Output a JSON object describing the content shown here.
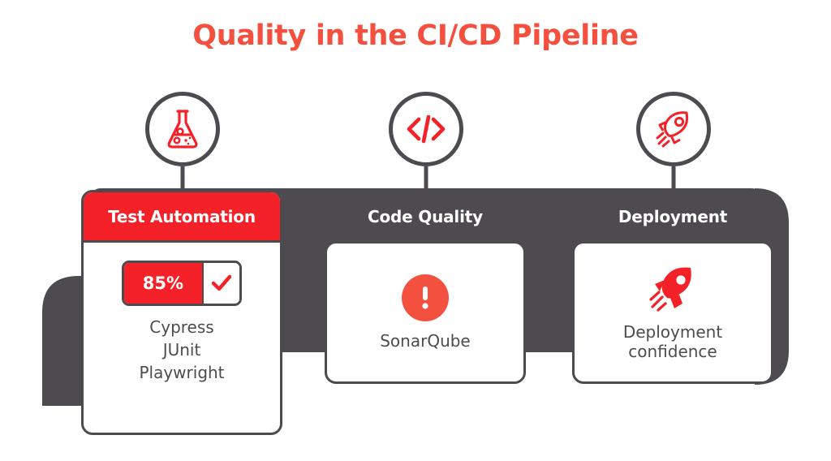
{
  "title": "Quality in the CI/CD Pipeline",
  "colors": {
    "accent_red": "#F42128",
    "title_red": "#F4503F",
    "dark_gray": "#4D4B4F",
    "white": "#FFFFFF"
  },
  "icons": [
    {
      "name": "flask-icon",
      "label": "flask"
    },
    {
      "name": "code-brackets-icon",
      "label": "code"
    },
    {
      "name": "rocket-outline-icon",
      "label": "rocket"
    }
  ],
  "stages": [
    {
      "id": "test-automation",
      "header": "Test Automation",
      "active": true,
      "progress": {
        "value": "85%",
        "percent": 85,
        "status_icon": "checkmark-icon"
      },
      "tools": [
        "Cypress",
        "JUnit",
        "Playwright"
      ]
    },
    {
      "id": "code-quality",
      "header": "Code Quality",
      "active": false,
      "status_icon": "exclamation-circle-icon",
      "caption": "SonarQube"
    },
    {
      "id": "deployment",
      "header": "Deployment",
      "active": false,
      "status_icon": "rocket-filled-icon",
      "caption_line1": "Deployment",
      "caption_line2": "confidence"
    }
  ]
}
